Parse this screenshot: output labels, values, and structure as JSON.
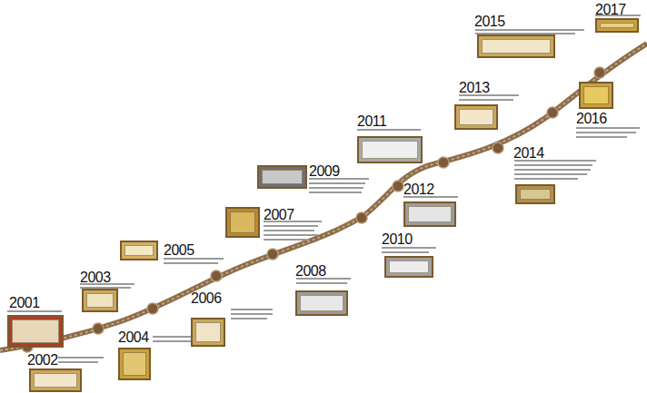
{
  "diagram": {
    "nodes": [
      {
        "text": [
          "2001"
        ]
      },
      {
        "text": [
          "2002"
        ]
      },
      {
        "text": [
          "2003"
        ]
      },
      {
        "text": [
          "2004"
        ]
      },
      {
        "text": [
          "2005"
        ]
      },
      {
        "text": [
          "2006"
        ]
      },
      {
        "text": [
          "2007"
        ]
      },
      {
        "text": [
          "2008"
        ]
      },
      {
        "text": [
          "2009"
        ]
      },
      {
        "text": [
          "2010"
        ]
      },
      {
        "text": [
          "2011"
        ]
      },
      {
        "text": [
          "2012"
        ]
      },
      {
        "text": [
          "2013"
        ]
      },
      {
        "text": [
          "2014"
        ]
      },
      {
        "text": [
          "2015"
        ]
      },
      {
        "text": [
          "2016"
        ]
      },
      {
        "text": [
          "2017"
        ]
      }
    ]
  }
}
